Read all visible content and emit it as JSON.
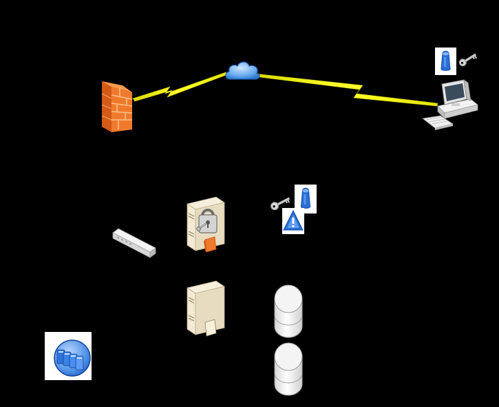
{
  "diagram": {
    "background": "#000000",
    "nodes": [
      {
        "id": "firewall",
        "icon": "firewall-icon"
      },
      {
        "id": "internet",
        "icon": "cloud-icon"
      },
      {
        "id": "remote-client",
        "icon": "desktop-computer-icon"
      },
      {
        "id": "remote-user-token",
        "icon": "user-badge-icon"
      },
      {
        "id": "remote-key",
        "icon": "key-icon"
      },
      {
        "id": "switch",
        "icon": "network-switch-icon"
      },
      {
        "id": "secure-server",
        "icon": "locked-server-icon"
      },
      {
        "id": "server-key",
        "icon": "key-icon"
      },
      {
        "id": "server-user-token",
        "icon": "user-badge-icon"
      },
      {
        "id": "warning-badge",
        "icon": "warning-triangle-icon"
      },
      {
        "id": "app-server",
        "icon": "tower-server-icon"
      },
      {
        "id": "database-1",
        "icon": "database-cylinder-icon"
      },
      {
        "id": "database-2",
        "icon": "database-cylinder-icon"
      },
      {
        "id": "server-cluster",
        "icon": "server-cluster-icon"
      }
    ],
    "links": [
      {
        "from": "firewall",
        "to": "internet",
        "style": "lightning",
        "color": "#f2f200"
      },
      {
        "from": "internet",
        "to": "remote-client",
        "style": "lightning",
        "color": "#f2f200"
      }
    ],
    "colors": {
      "firewall": "#f07a2c",
      "cloud": "#5aa0ea",
      "badge": "#2a6fd4",
      "link": "#f2f200",
      "server": "#e8dcc0"
    }
  }
}
